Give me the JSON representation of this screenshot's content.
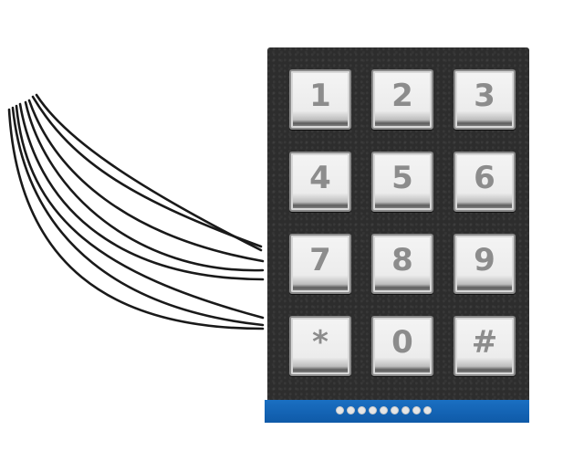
{
  "image": {
    "subject": "12-key matrix keypad with ribbon wires",
    "colors": {
      "background": "#ffffff",
      "board": "#2d2d2d",
      "key_face": "#f0f0f0",
      "key_label": "#8c8c8c",
      "pcb": "#1565b8",
      "wire": "#1a1a1a"
    }
  },
  "keypad": {
    "rows": 4,
    "columns": 3,
    "keys": [
      "1",
      "2",
      "3",
      "4",
      "5",
      "6",
      "7",
      "8",
      "9",
      "*",
      "0",
      "#"
    ]
  },
  "connector": {
    "pin_count": 9
  }
}
